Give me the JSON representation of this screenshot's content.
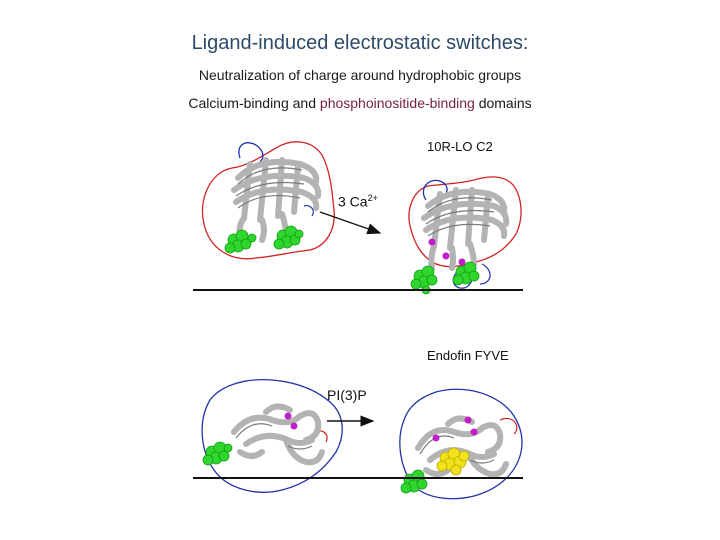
{
  "slide": {
    "title": "Ligand-induced electrostatic switches:",
    "subtitle_1": "Neutralization of charge around hydrophobic groups",
    "subtitle_2_part1": "Calcium-binding and ",
    "subtitle_2_part2": "phosphoinositide-binding",
    "subtitle_2_part3": " domains"
  },
  "panels": {
    "top": {
      "label": "10R-LO C2",
      "arrow_label": "3 Ca",
      "arrow_label_sup": "2+"
    },
    "bottom": {
      "label": "Endofin FYVE",
      "arrow_label": "PI(3)P"
    }
  },
  "colors": {
    "title": "#2e4a66",
    "highlight_text": "#7a1f3d",
    "protein": "#b3b3b3",
    "hydrophobic": "#2ed62e",
    "ion": "#c020c8",
    "ligand": "#f2e21b",
    "field_positive": "#2233aa",
    "field_negative": "#d02424",
    "membrane": "#111111"
  }
}
